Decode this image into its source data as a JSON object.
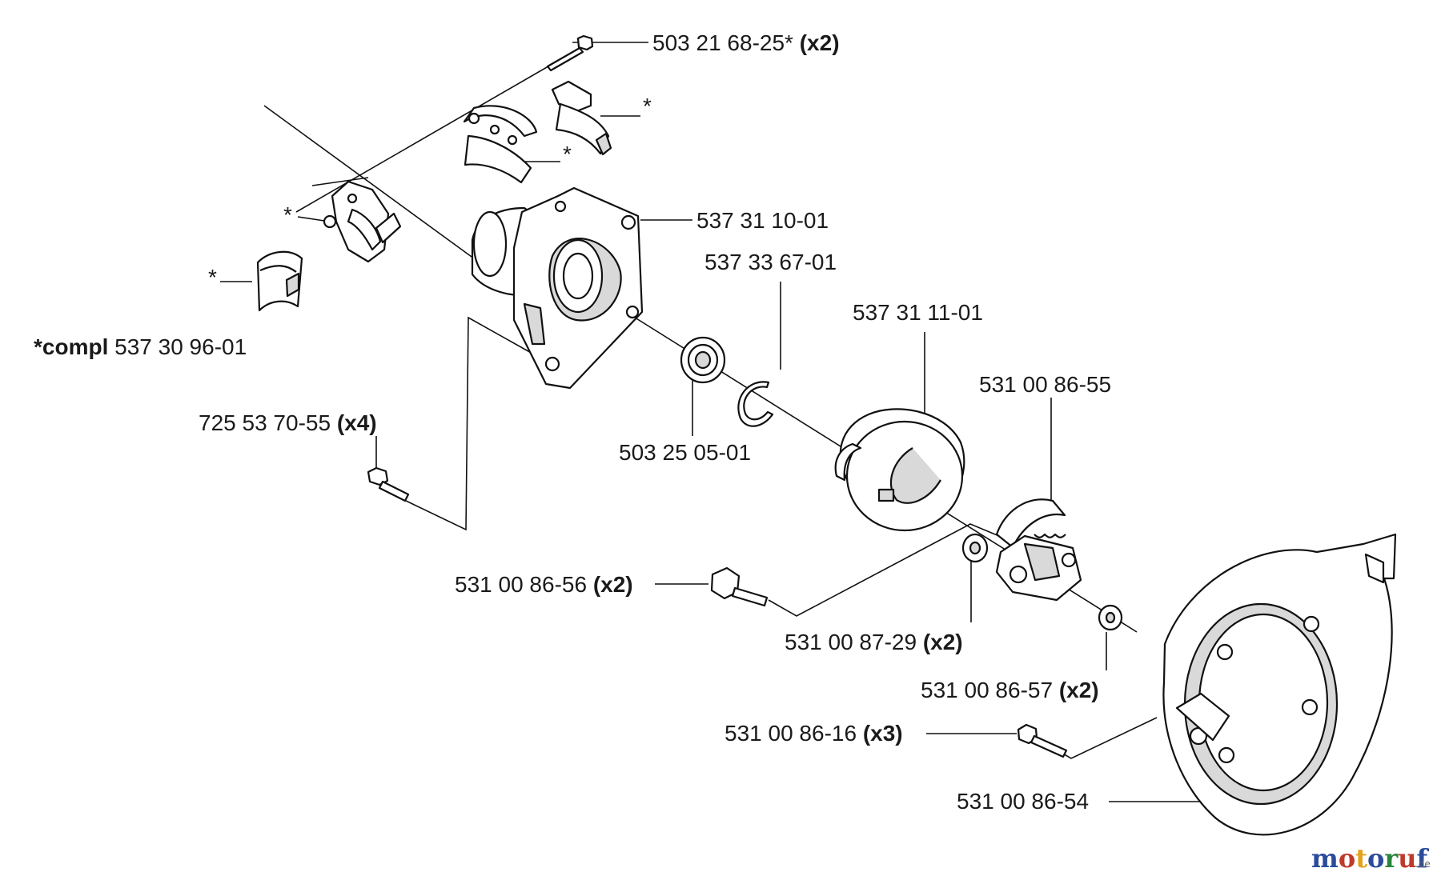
{
  "labels": {
    "screw_top": {
      "part": "503 21 68-25*",
      "qty": "(x2)"
    },
    "star_1": "*",
    "star_2": "*",
    "star_3": "*",
    "star_4": "*",
    "housing": "537 31 10-01",
    "circlip": "537 33 67-01",
    "drum": "537 31 11-01",
    "kit_prefix": "*compl",
    "kit": "537 30 96-01",
    "clutch": "531 00 86-55",
    "bearing": "503 25 05-01",
    "screw_x4": {
      "part": "725 53 70-55",
      "qty": "(x4)"
    },
    "shoulder_screw": {
      "part": "531 00 86-56",
      "qty": "(x2)"
    },
    "washer": {
      "part": "531 00 87-29",
      "qty": "(x2)"
    },
    "washer_2": {
      "part": "531 00 86-57",
      "qty": "(x2)"
    },
    "screw_x3": {
      "part": "531 00 86-16",
      "qty": "(x3)"
    },
    "cover": "531 00 86-54"
  },
  "watermark": {
    "letters": [
      "m",
      "o",
      "t",
      "o",
      "r",
      "u",
      "f"
    ],
    "letter_colors": [
      "#2b4c9b",
      "#c0392b",
      "#e2a21b",
      "#2b4c9b",
      "#27863c",
      "#c0392b",
      "#2b4c9b"
    ],
    "suffix": ".de"
  }
}
